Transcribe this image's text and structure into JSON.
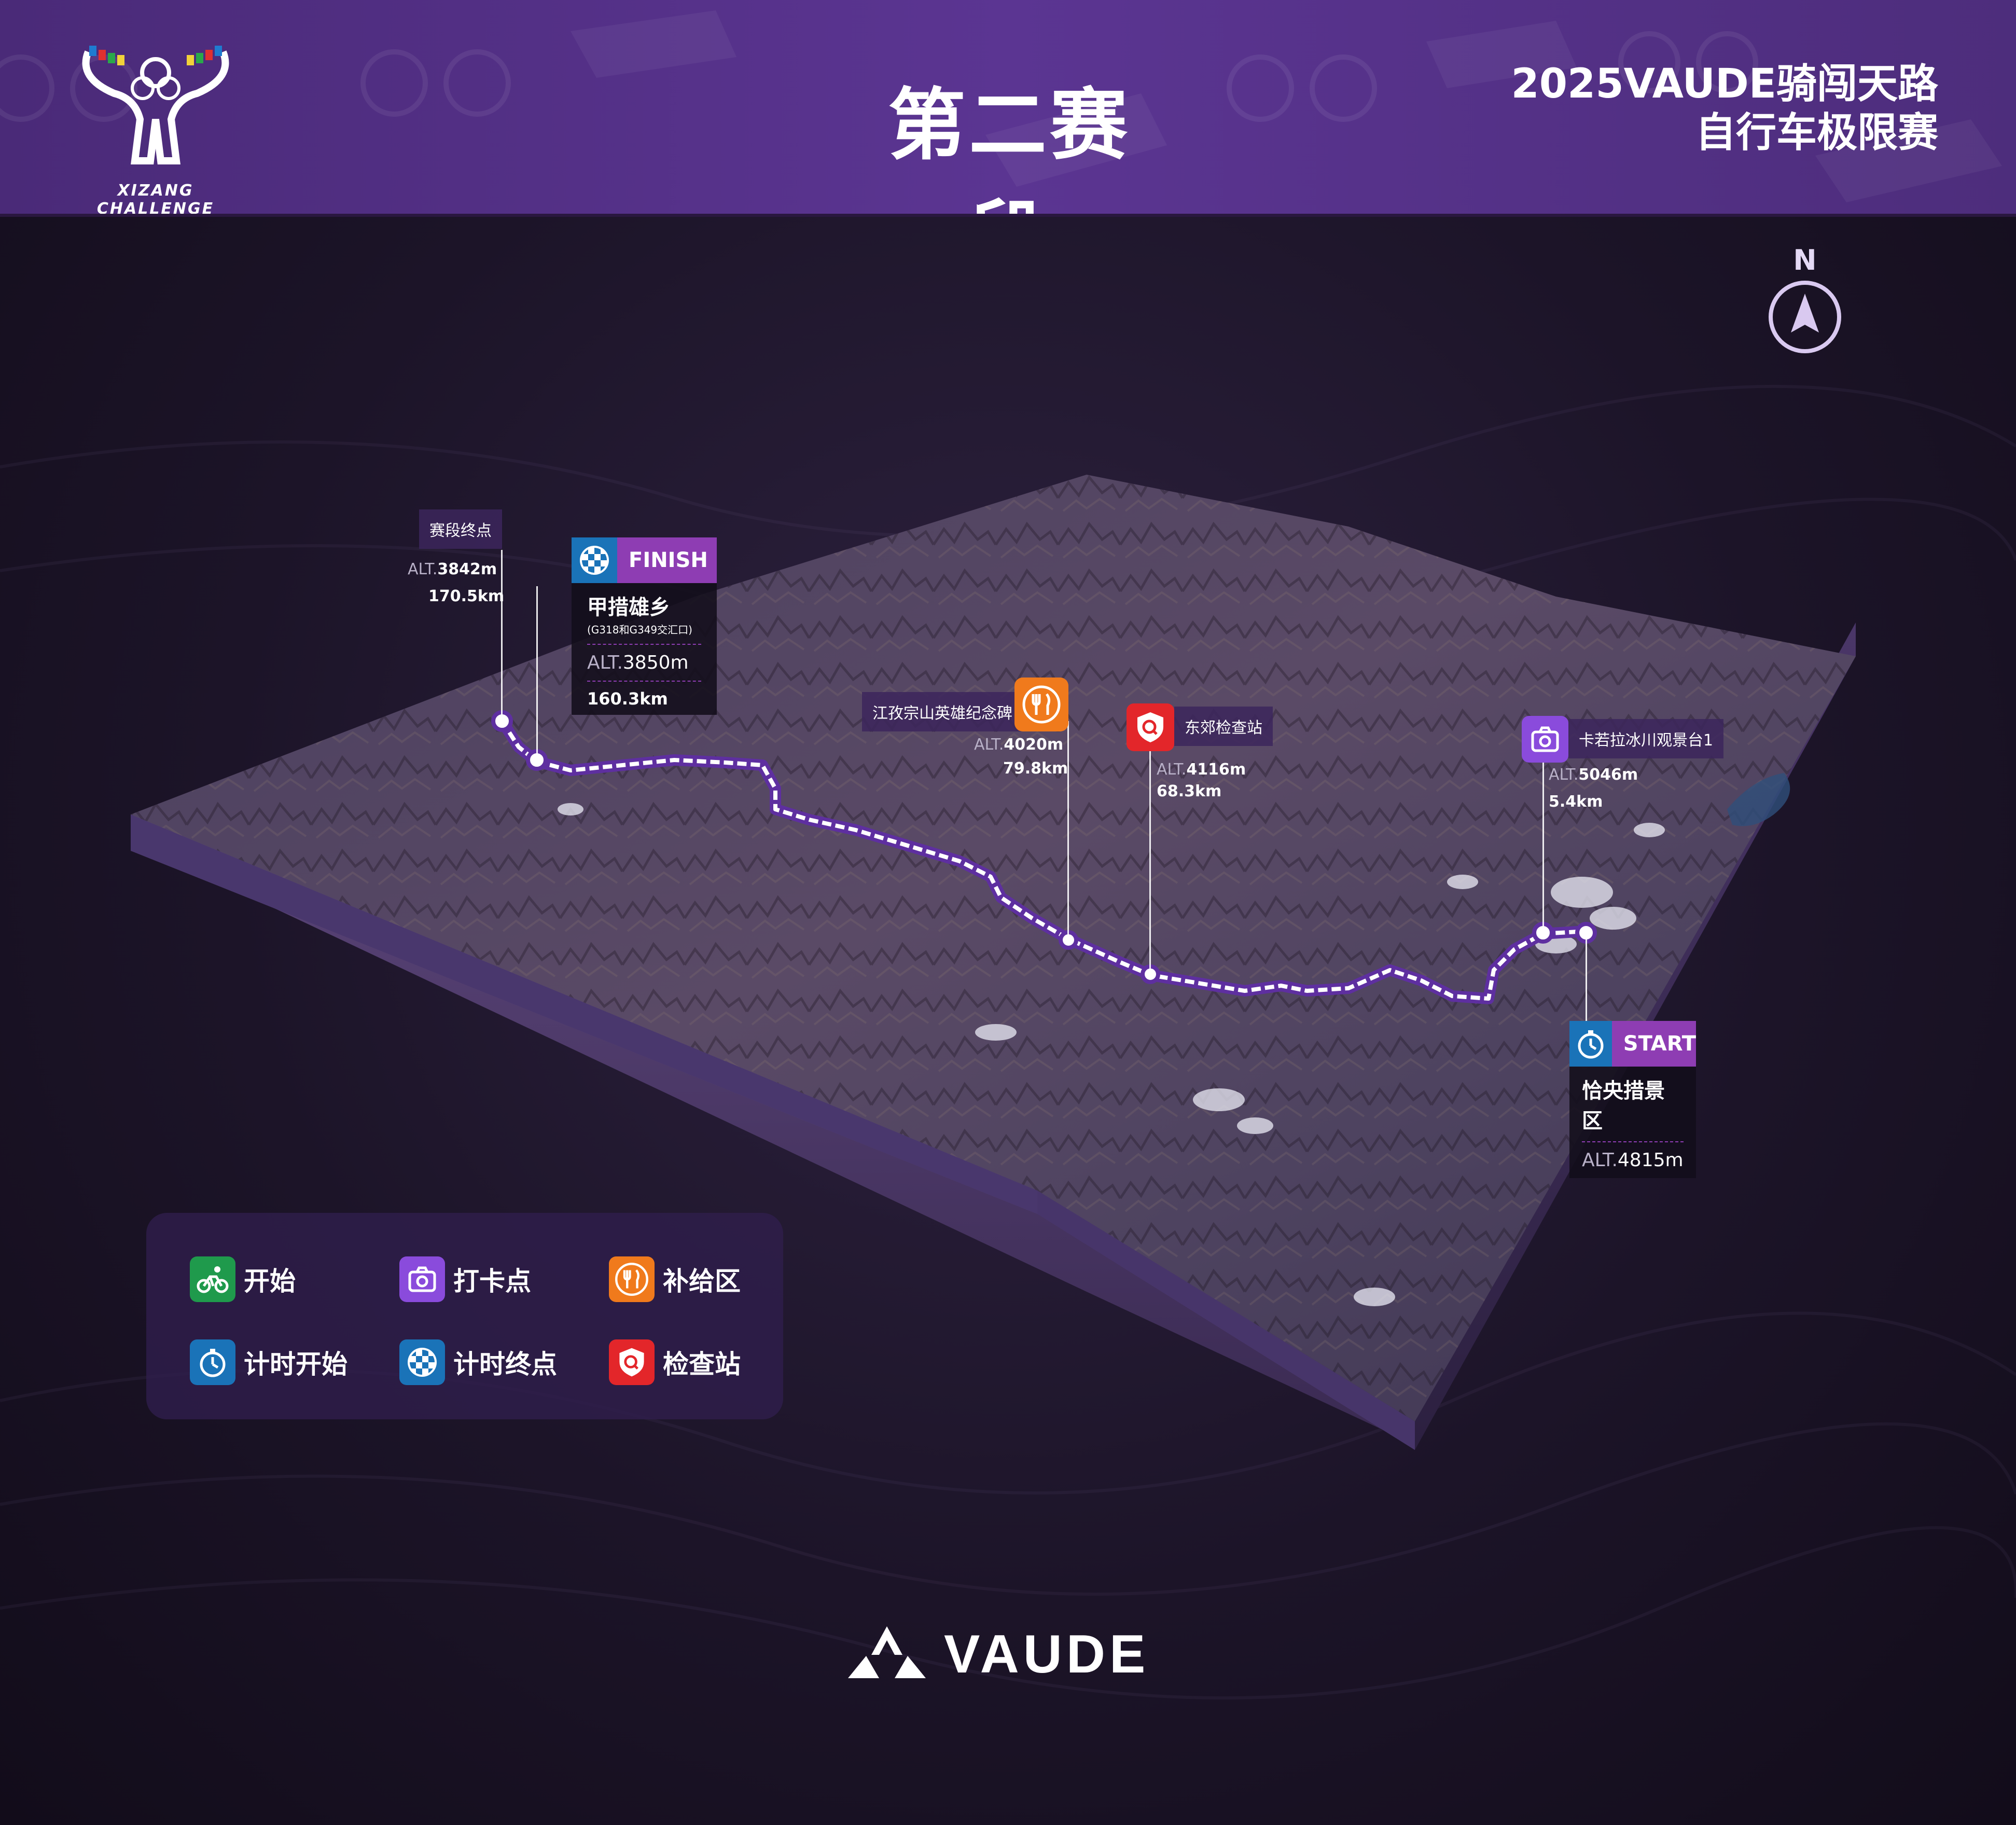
{
  "header": {
    "stage_title": "第二赛段",
    "race_name_line1": "2025VAUDE骑闯天路",
    "race_name_line2": "自行车极限赛",
    "logo_text": "XIZANG CHALLENGE"
  },
  "compass": {
    "label": "N"
  },
  "points": {
    "stage_end": {
      "label": "赛段终点",
      "alt_prefix": "ALT.",
      "alt_value": "3842m",
      "km": "170.5km"
    },
    "finish": {
      "badge": "FINISH",
      "title": "甲措雄乡",
      "subtitle": "(G318和G349交汇口)",
      "alt_prefix": "ALT.",
      "alt_value": "3850m",
      "km": "160.3km",
      "icon": "checkered-flag-icon"
    },
    "monument": {
      "label": "江孜宗山英雄纪念碑",
      "alt_prefix": "ALT.",
      "alt_value": "4020m",
      "km": "79.8km",
      "icon": "utensils-icon"
    },
    "checkpoint": {
      "label": "东郊检查站",
      "alt_prefix": "ALT.",
      "alt_value": "4116m",
      "km": "68.3km",
      "icon": "shield-check-icon"
    },
    "glacier": {
      "label": "卡若拉冰川观景台1",
      "alt_prefix": "ALT.",
      "alt_value": "5046m",
      "km": "5.4km",
      "icon": "camera-icon"
    },
    "start": {
      "badge": "START",
      "title": "恰央措景区",
      "alt_prefix": "ALT.",
      "alt_value": "4815m",
      "icon": "stopwatch-icon"
    }
  },
  "legend": {
    "items": [
      {
        "label": "开始",
        "icon": "cyclist-icon",
        "color": "#1f9a4c"
      },
      {
        "label": "打卡点",
        "icon": "camera-icon",
        "color": "#8a4bdc"
      },
      {
        "label": "补给区",
        "icon": "utensils-icon",
        "color": "#f07a1c"
      },
      {
        "label": "计时开始",
        "icon": "stopwatch-icon",
        "color": "#1a73b8"
      },
      {
        "label": "计时终点",
        "icon": "checkered-flag-icon",
        "color": "#1a73b8"
      },
      {
        "label": "检查站",
        "icon": "shield-check-icon",
        "color": "#e3262a"
      }
    ]
  },
  "brand": {
    "name": "VAUDE"
  },
  "colors": {
    "header": "#5b3592",
    "accent_purple": "#8e3db3",
    "route": "#ffffff"
  }
}
